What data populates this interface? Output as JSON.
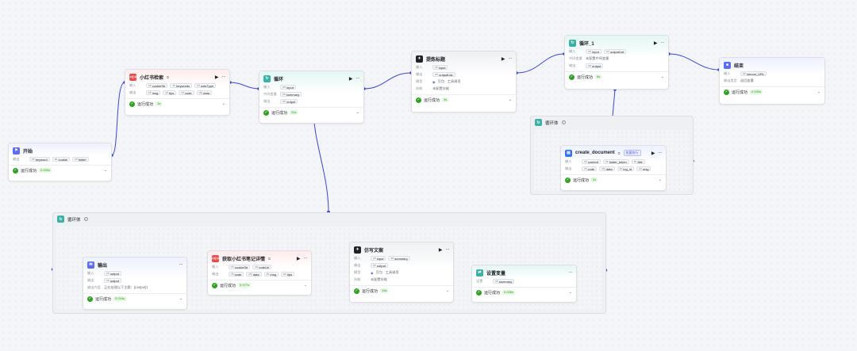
{
  "status_text": "运行成功",
  "icons": {
    "chevron": "chevron-down-icon",
    "play": "play-icon",
    "more": "more-icon",
    "check": "check-circle-icon",
    "info": "info-icon"
  },
  "colors": {
    "success": "#2ea121",
    "accent": "#4e5bf2",
    "wire": "#3b47d6",
    "teal": "#3ab3a6",
    "red": "#e94a4a"
  },
  "nodes": {
    "start": {
      "title": "开始",
      "row1_label": "输出",
      "row1_chips": [
        "keyword",
        "cookie",
        "folder"
      ],
      "duration": "0.000s"
    },
    "xhs_search": {
      "title": "小红书检索",
      "input_label": "输入",
      "input_chips": [
        "cookieStr",
        "keywords",
        "noteType"
      ],
      "output_label": "输出",
      "output_chips": [
        "msg",
        "tips",
        "code",
        "data"
      ],
      "duration": "1s"
    },
    "loop": {
      "title": "循环",
      "r1_label": "输入",
      "r1_chips": [
        "input"
      ],
      "r2_label": "中间变量",
      "r2_chips": [
        "summary"
      ],
      "r3_label": "输出",
      "r3_chips": [
        "output"
      ],
      "duration": "24s"
    },
    "extract_title": {
      "title": "提炼标题",
      "r1_label": "输入",
      "r1_chips": [
        "input"
      ],
      "r2_label": "输出",
      "r2_chips": [
        "outputList"
      ],
      "r3_label": "模型",
      "r3_value": "豆包 · 工具调用",
      "r4_label": "技能",
      "r4_value": "未配置技能",
      "duration": "3s"
    },
    "loop1": {
      "title": "循环_1",
      "r1_label": "输入",
      "r1_chips": [
        "input",
        "outputList"
      ],
      "r2_label": "中间变量",
      "r2_value": "未配置中间变量",
      "r3_label": "输出",
      "r3_chips": [
        "output"
      ],
      "duration": "6s"
    },
    "end": {
      "title": "结束",
      "r1_label": "输入",
      "r1_chips": [
        "wenan_URL"
      ],
      "r2_label": "输出类型",
      "r2_value": "返回变量",
      "duration": "0.000s"
    },
    "loop_body_right": {
      "title": "循环体"
    },
    "create_document": {
      "title": "create_document",
      "tag": "批量执行",
      "input_label": "输入",
      "input_chips": [
        "content",
        "folder_token",
        "title"
      ],
      "output_label": "输出",
      "output_chips": [
        "code",
        "data",
        "log_id",
        "msg"
      ],
      "duration": "3s"
    },
    "loop_body_bottom": {
      "title": "循环体"
    },
    "output_node": {
      "title": "输出",
      "r1_label": "输入",
      "r1_chips": [
        "output"
      ],
      "r2_label": "输出",
      "r2_chips": [
        "output"
      ],
      "r3_label": "输出内容",
      "r3_value": "正在处理以下主题：{{output}}",
      "duration": "0.016s"
    },
    "xhs_detail": {
      "title": "获取小红书笔记详情",
      "input_label": "输入",
      "input_chips": [
        "cookieStr",
        "noteUrl"
      ],
      "output_label": "输出",
      "output_chips": [
        "code",
        "data",
        "msg",
        "tips"
      ],
      "duration": "0.577s"
    },
    "rewrite": {
      "title": "仿写文案",
      "r1_label": "输入",
      "r1_chips": [
        "input",
        "summary"
      ],
      "r2_label": "输出",
      "r2_chips": [
        "output"
      ],
      "r3_label": "模型",
      "r3_value": "豆包 · 工具调用",
      "r4_label": "技能",
      "r4_value": "未配置技能",
      "duration": "15s"
    },
    "set_var": {
      "title": "设置变量",
      "r1_label": "设置",
      "r1_chips": [
        "summary"
      ],
      "duration": "0.006s"
    }
  }
}
